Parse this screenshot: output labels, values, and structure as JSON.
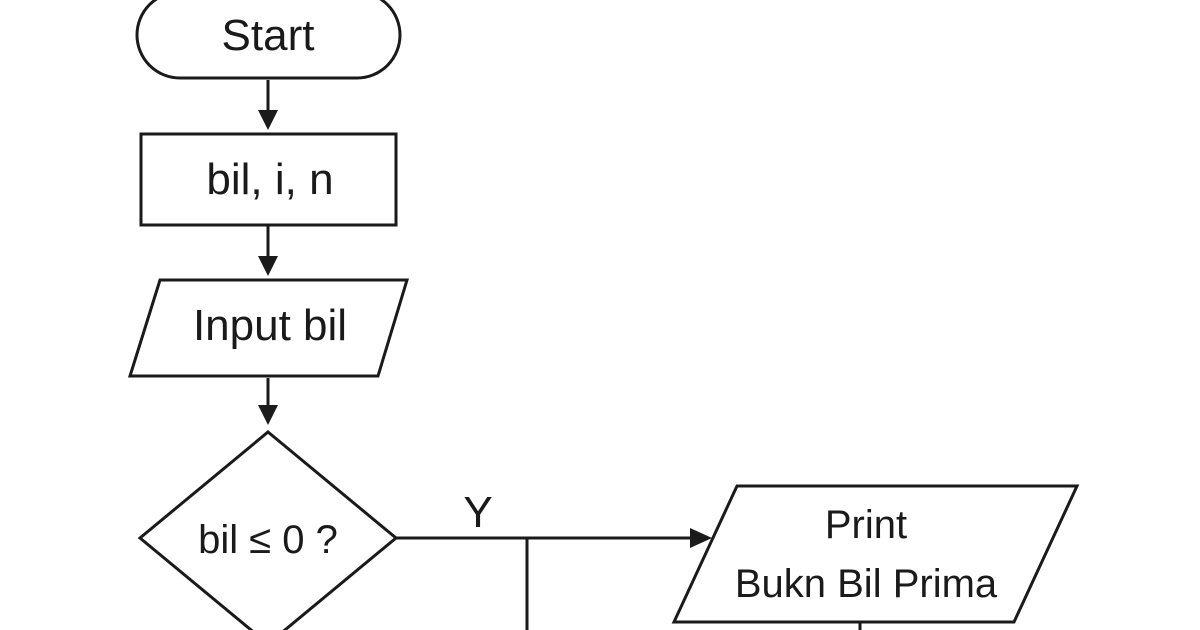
{
  "diagram": {
    "nodes": {
      "start": {
        "label": "Start"
      },
      "declare": {
        "label": "bil, i, n"
      },
      "input": {
        "label": "Input bil"
      },
      "decision": {
        "label": "bil ≤ 0 ?"
      },
      "output": {
        "line1": "Print",
        "line2": "Bukn Bil Prima"
      }
    },
    "edges": {
      "yes_label": "Y"
    },
    "colors": {
      "stroke": "#1a1a1a",
      "background": "#ffffff"
    }
  }
}
